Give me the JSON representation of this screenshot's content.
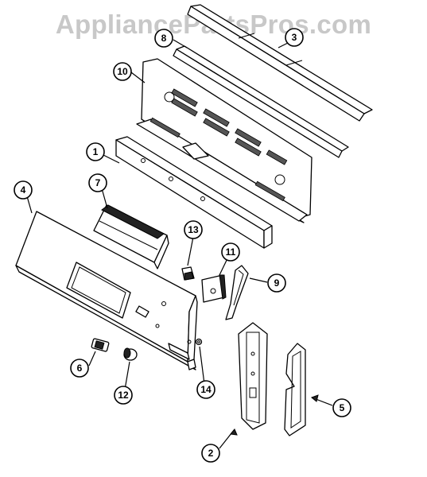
{
  "watermark": "AppliancePartsPros.com",
  "callouts": [
    {
      "id": "1",
      "label": "1"
    },
    {
      "id": "2",
      "label": "2"
    },
    {
      "id": "3",
      "label": "3"
    },
    {
      "id": "4",
      "label": "4"
    },
    {
      "id": "5",
      "label": "5"
    },
    {
      "id": "6",
      "label": "6"
    },
    {
      "id": "7",
      "label": "7"
    },
    {
      "id": "8",
      "label": "8"
    },
    {
      "id": "9",
      "label": "9"
    },
    {
      "id": "10",
      "label": "10"
    },
    {
      "id": "11",
      "label": "11"
    },
    {
      "id": "12",
      "label": "12"
    },
    {
      "id": "13",
      "label": "13"
    },
    {
      "id": "14",
      "label": "14"
    }
  ]
}
